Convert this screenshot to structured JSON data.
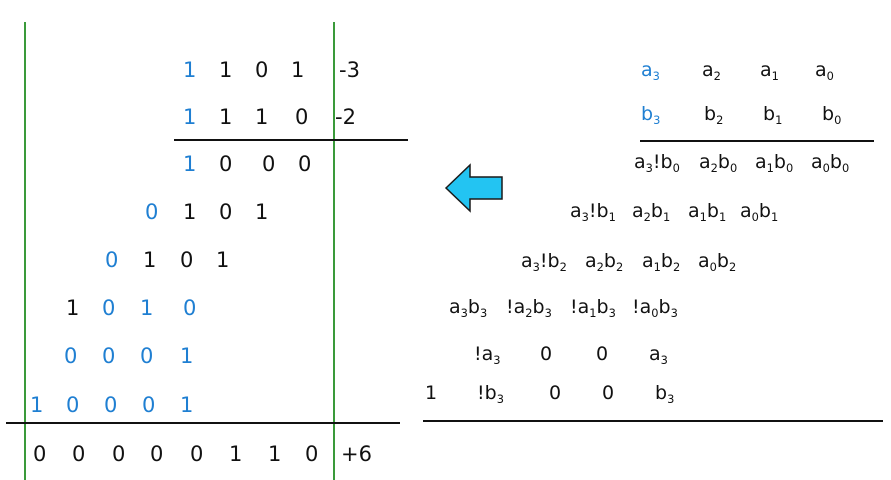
{
  "left": {
    "multiplicand": {
      "bits": [
        "1",
        "1",
        "0",
        "1"
      ],
      "value": "-3"
    },
    "multiplier": {
      "bits": [
        "1",
        "1",
        "1",
        "0"
      ],
      "value": "-2"
    },
    "partials": [
      [
        "1",
        "0",
        "0",
        "0"
      ],
      [
        "0",
        "1",
        "0",
        "1"
      ],
      [
        "0",
        "1",
        "0",
        "1"
      ],
      [
        "1",
        "0",
        "1",
        "0"
      ],
      [
        "0",
        "0",
        "0",
        "1"
      ],
      [
        "1",
        "0",
        "0",
        "0",
        "1"
      ]
    ],
    "result": {
      "bits": [
        "0",
        "0",
        "0",
        "0",
        "0",
        "1",
        "1",
        "0"
      ],
      "value": "+6"
    }
  },
  "right": {
    "a_row": [
      "a3",
      "a2",
      "a1",
      "a0"
    ],
    "b_row": [
      "b3",
      "b2",
      "b1",
      "b0"
    ],
    "pp_rows": [
      [
        "a3!b0",
        "a2b0",
        "a1b0",
        "a0b0"
      ],
      [
        "a3!b1",
        "a2b1",
        "a1b1",
        "a0b1"
      ],
      [
        "a3!b2",
        "a2b2",
        "a1b2",
        "a0b2"
      ],
      [
        "a3b3",
        "!a2b3",
        "!a1b3",
        "!a0b3"
      ],
      [
        "!a3",
        "0",
        "0",
        "a3"
      ],
      [
        "1",
        "!b3",
        "0",
        "0",
        "b3"
      ]
    ]
  },
  "colors": {
    "blue_digits": "#1f7fd2",
    "guide_lines": "#3a9a3a",
    "arrow": "#23c4f2"
  },
  "icons": {
    "arrow": "left-arrow-icon"
  }
}
